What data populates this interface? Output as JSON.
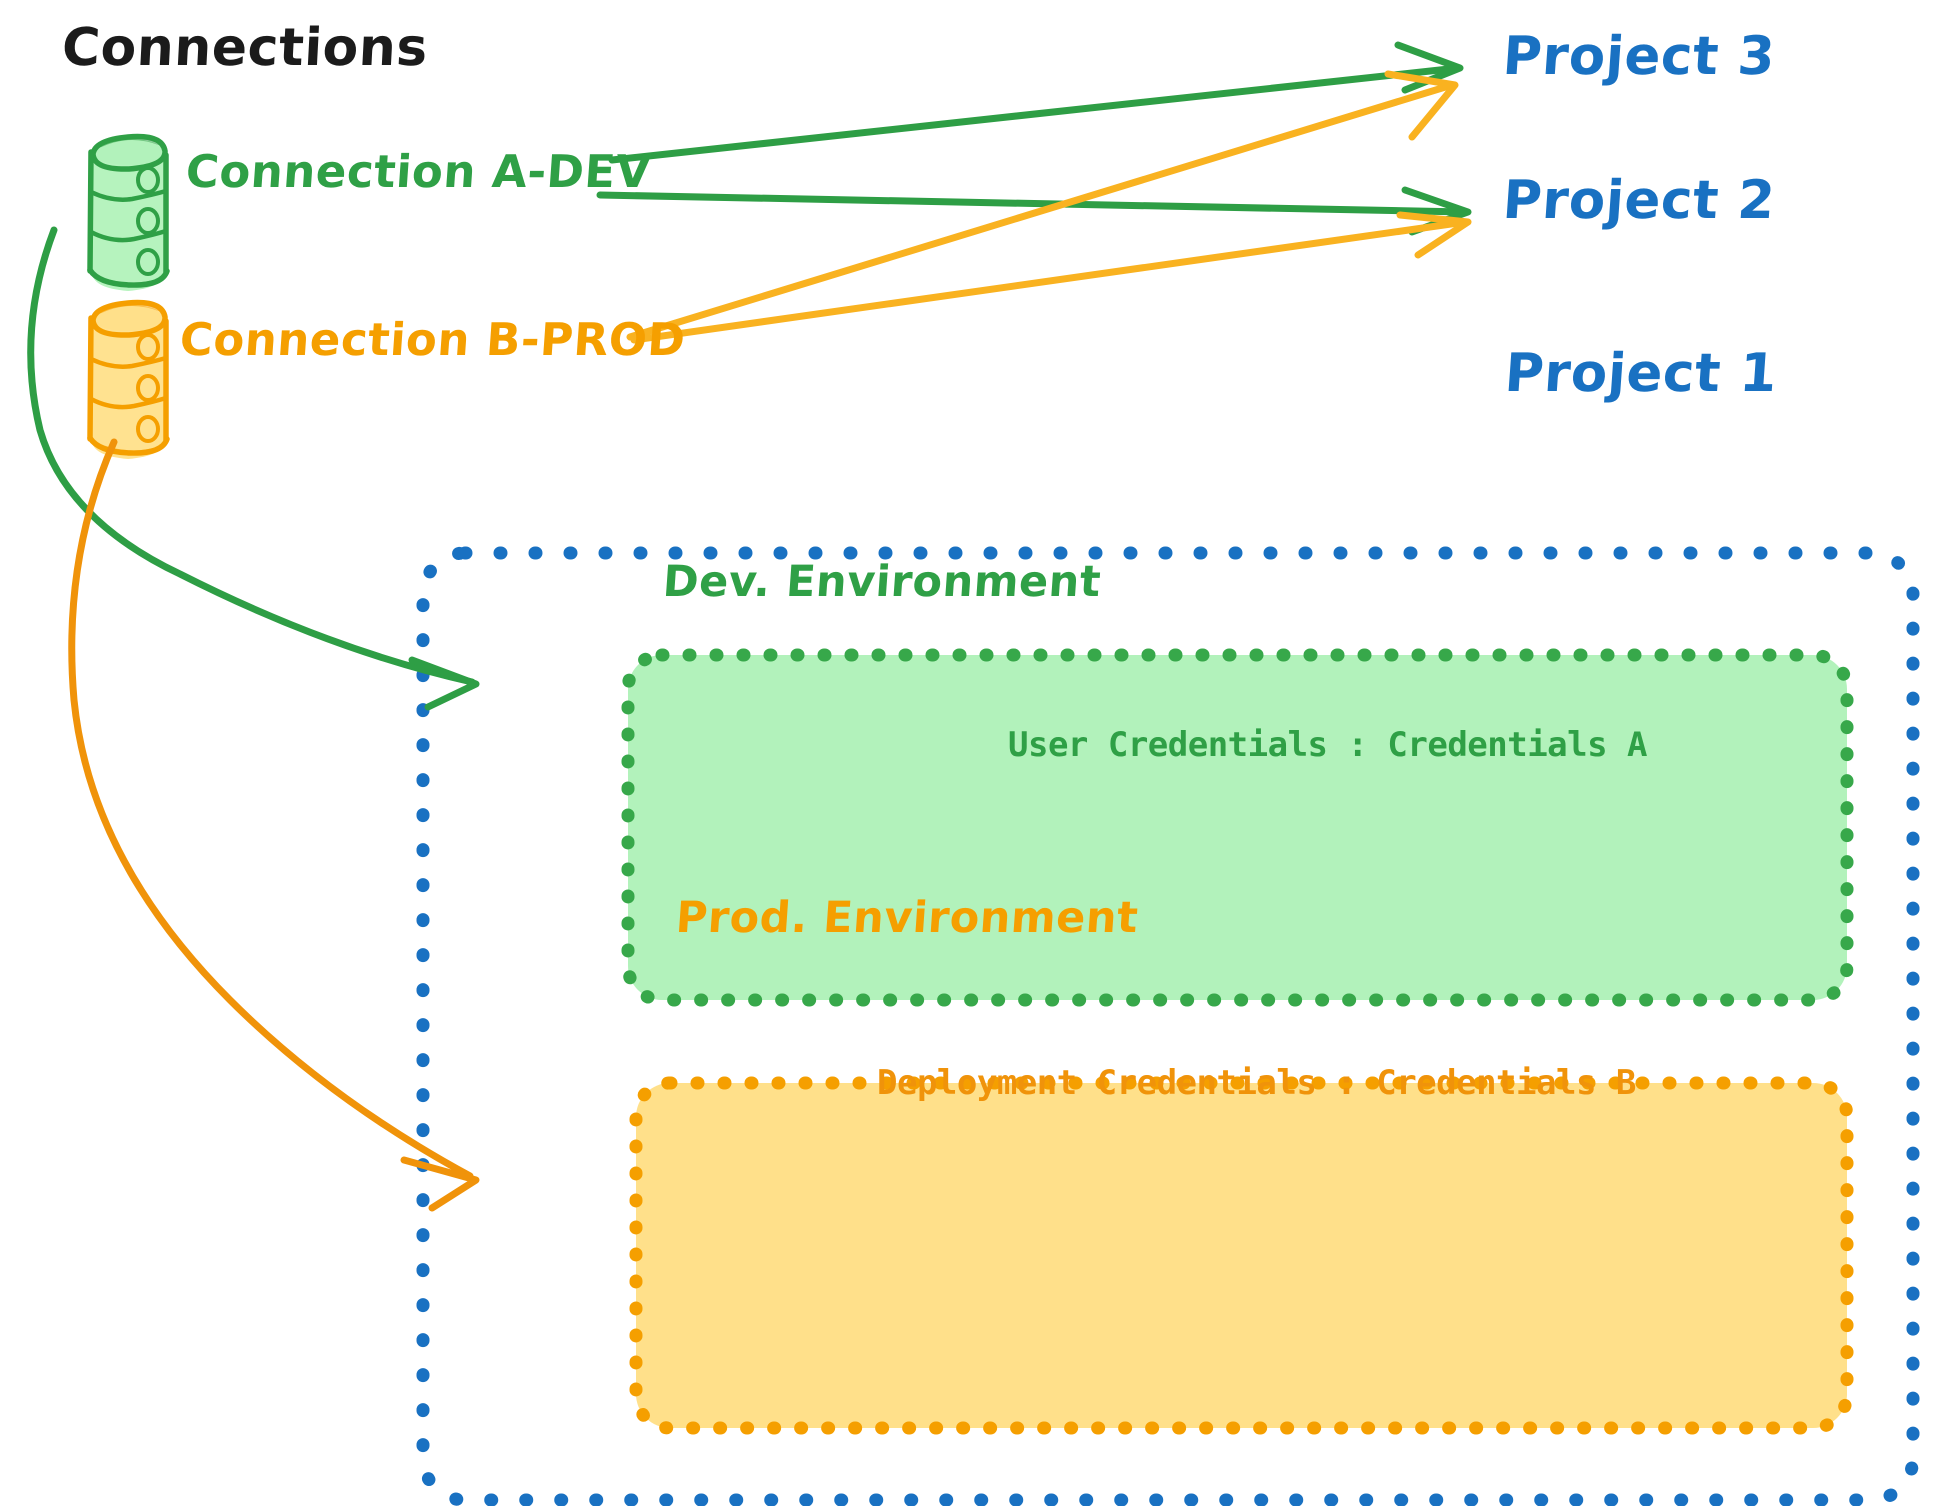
{
  "diagram": {
    "title": "Connections",
    "type": "architecture-diagram",
    "colors": {
      "green_stroke": "#2fa046",
      "green_fill": "#b2f2bb",
      "orange_stroke": "#f59f00",
      "orange_fill": "#ffe08a",
      "blue_stroke": "#1971c2",
      "title_black": "#1b1b1b"
    }
  },
  "connections": {
    "heading": "Connections",
    "items": [
      {
        "id": "connection-a-dev",
        "label": "Connection A-DEV",
        "color": "#2fa046",
        "icon": "database-cylinder-icon"
      },
      {
        "id": "connection-b-prod",
        "label": "Connection B-PROD",
        "color": "#f59f00",
        "icon": "database-cylinder-icon"
      }
    ]
  },
  "projects": [
    {
      "id": "project-3",
      "label": "Project 3",
      "color": "#1971c2"
    },
    {
      "id": "project-2",
      "label": "Project 2",
      "color": "#1971c2"
    },
    {
      "id": "project-1",
      "label": "Project 1",
      "color": "#1971c2"
    }
  ],
  "project_1": {
    "label": "Project 1",
    "border_style": "dotted",
    "border_color": "#1971c2",
    "environments": [
      {
        "id": "dev-environment",
        "title": "Dev. Environment",
        "credential_label": "User Credentials",
        "credential_separator": ":",
        "credential_value": "Credentials A",
        "credential_line": "User Credentials : Credentials A",
        "fill": "#b2f2bb",
        "border_color": "#2fa046"
      },
      {
        "id": "prod-environment",
        "title": "Prod. Environment",
        "credential_label": "Deployment Credentials",
        "credential_separator": ":",
        "credential_value": "Credentials B",
        "credential_line": "Deployment Credentials : Credentials B",
        "fill": "#ffe08a",
        "border_color": "#f59f00"
      }
    ]
  },
  "edges": [
    {
      "id": "edge-a-dev-to-project-3",
      "from": "connection-a-dev",
      "to": "project-3",
      "color": "#2fa046",
      "style": "straight-arrow"
    },
    {
      "id": "edge-a-dev-to-project-2",
      "from": "connection-a-dev",
      "to": "project-2",
      "color": "#2fa046",
      "style": "straight-arrow"
    },
    {
      "id": "edge-b-prod-to-project-3",
      "from": "connection-b-prod",
      "to": "project-3",
      "color": "#f59f00",
      "style": "straight-arrow"
    },
    {
      "id": "edge-b-prod-to-project-2",
      "from": "connection-b-prod",
      "to": "project-2",
      "color": "#f59f00",
      "style": "straight-arrow"
    },
    {
      "id": "edge-a-dev-to-dev-environment",
      "from": "connection-a-dev",
      "to": "dev-environment",
      "color": "#2fa046",
      "style": "curved-arrow"
    },
    {
      "id": "edge-b-prod-to-prod-environment",
      "from": "connection-b-prod",
      "to": "prod-environment",
      "color": "#f59f00",
      "style": "curved-arrow"
    }
  ]
}
